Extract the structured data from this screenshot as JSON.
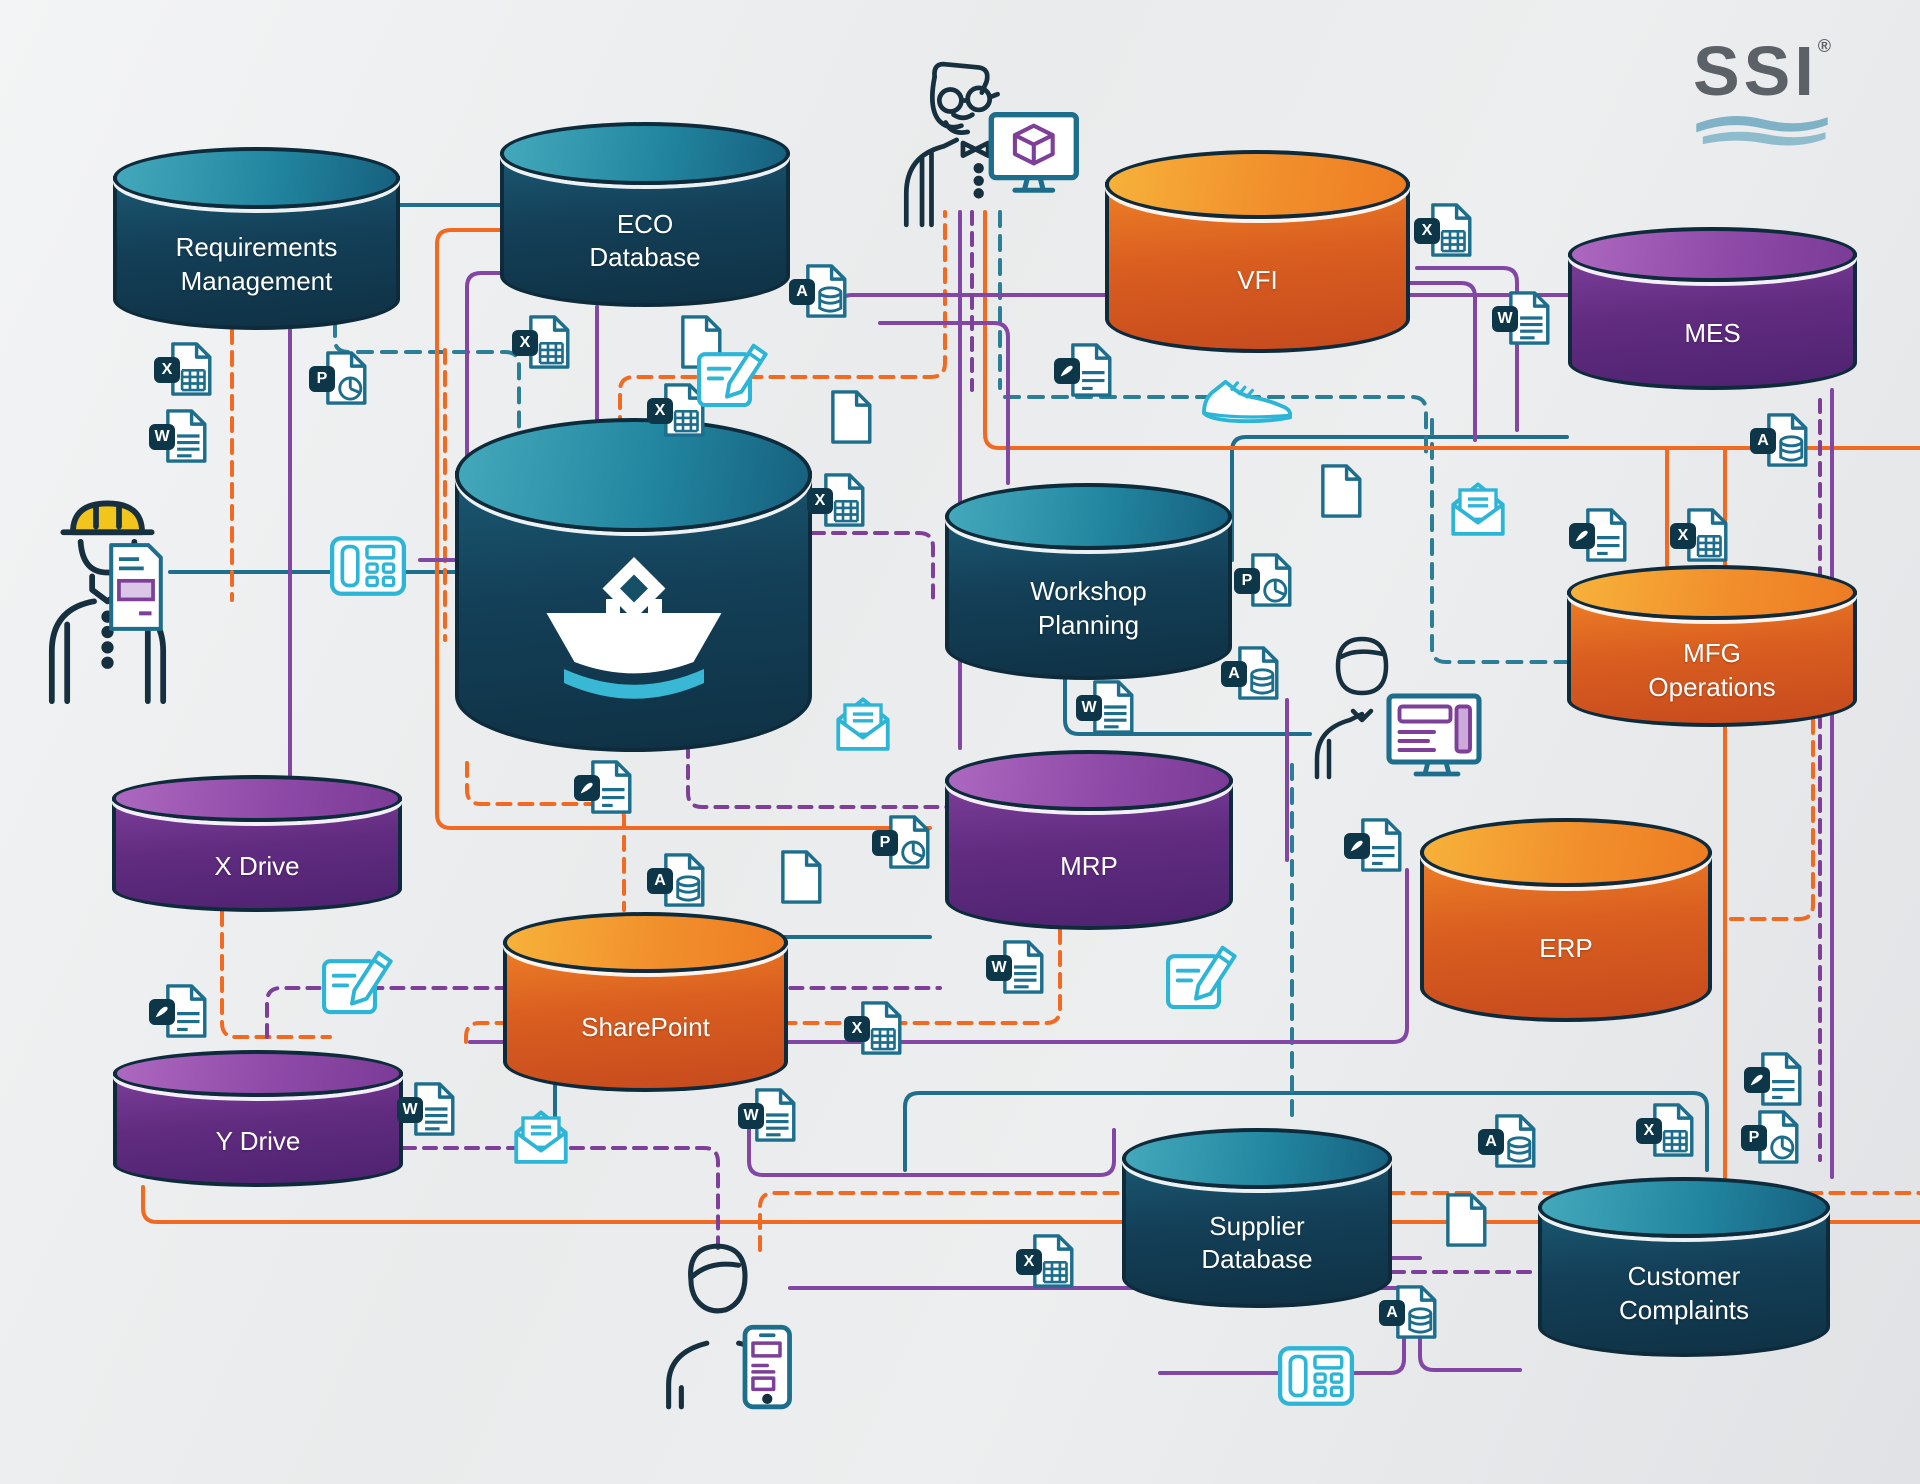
{
  "brand": {
    "name": "SSI",
    "registered": "®"
  },
  "nodes": [
    {
      "id": "requirements-management",
      "label": "Requirements\nManagement",
      "color": "teal"
    },
    {
      "id": "eco-database",
      "label": "ECO\nDatabase",
      "color": "teal"
    },
    {
      "id": "vfi",
      "label": "VFI",
      "color": "orange"
    },
    {
      "id": "mes",
      "label": "MES",
      "color": "purple"
    },
    {
      "id": "workshop-planning",
      "label": "Workshop\nPlanning",
      "color": "teal"
    },
    {
      "id": "mfg-operations",
      "label": "MFG\nOperations",
      "color": "orange"
    },
    {
      "id": "x-drive",
      "label": "X Drive",
      "color": "purple"
    },
    {
      "id": "mrp",
      "label": "MRP",
      "color": "purple"
    },
    {
      "id": "erp",
      "label": "ERP",
      "color": "orange"
    },
    {
      "id": "sharepoint",
      "label": "SharePoint",
      "color": "orange"
    },
    {
      "id": "y-drive",
      "label": "Y Drive",
      "color": "purple"
    },
    {
      "id": "supplier-database",
      "label": "Supplier\nDatabase",
      "color": "teal"
    },
    {
      "id": "customer-complaints",
      "label": "Customer\nComplaints",
      "color": "teal"
    },
    {
      "id": "shipconstructor-db",
      "label": "",
      "color": "teal",
      "logo": "ship"
    }
  ],
  "icon_badges": {
    "excel": "X",
    "word": "W",
    "powerpoint": "P",
    "access": "A"
  },
  "icons_present": [
    "excel-file",
    "word-file",
    "powerpoint-file",
    "access-file",
    "pdf-file",
    "document",
    "open-envelope",
    "edit-note",
    "desk-phone",
    "sneaker",
    "3d-cube-monitor",
    "dashboard-monitor",
    "smartphone",
    "hardhat-worker",
    "engineer",
    "manager",
    "customer"
  ],
  "colors": {
    "teal_line": "#1f6e8c",
    "orange_line": "#f26a21",
    "purple_line": "#8246a5",
    "purple_dashed": "#7d3f98",
    "light_blue": "#2cb5d6",
    "badge_bg": "#0d3749",
    "cylinder_outline": "#0e2b3b",
    "logo_gray": "#5c6168",
    "logo_wave": "#7fb2c6"
  }
}
